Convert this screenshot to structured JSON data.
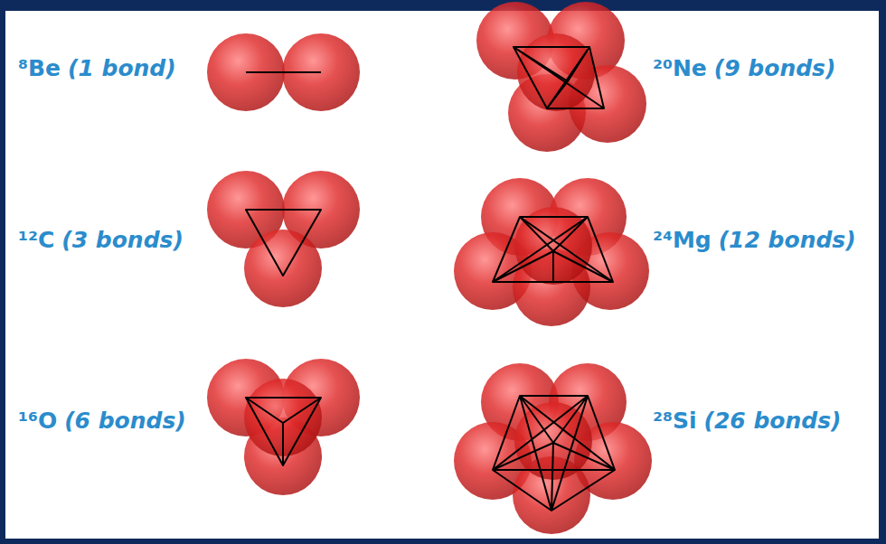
{
  "diagram": {
    "labels": [
      "⁸Be",
      "(1 bond)",
      "²⁰Ne",
      "(9 bonds)",
      "¹²C",
      "(3 bonds)",
      "²⁴Mg",
      "(12 bonds)",
      "¹⁶O",
      "(6 bonds)",
      "²⁸Si",
      "(26 bonds)"
    ]
  }
}
